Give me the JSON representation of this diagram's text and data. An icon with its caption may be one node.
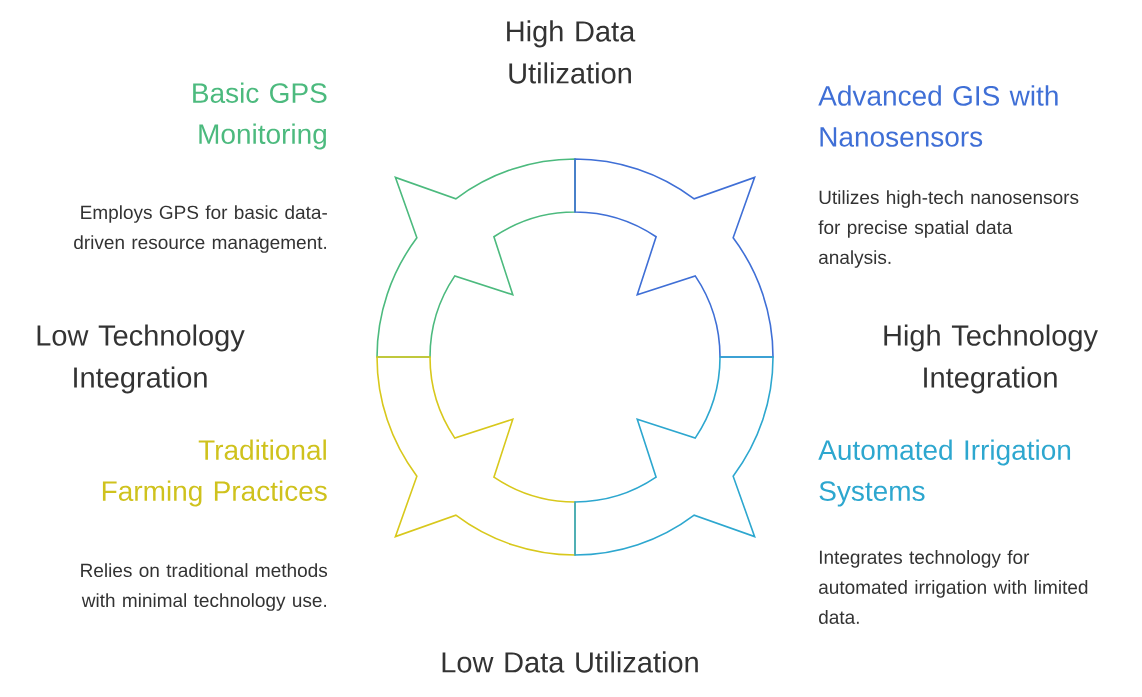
{
  "diagram": {
    "labels": [
      "High Data Utilization",
      "Basic GPS Monitoring",
      "Advanced GIS with Nanosensors",
      "Employs GPS for basic data-driven resource management.",
      "Utilizes high-tech nanosensors for precise spatial data analysis.",
      "Low Technology Integration",
      "High Technology Integration",
      "Traditional Farming Practices",
      "Automated Irrigation Systems",
      "Relies on traditional methods with minimal technology use.",
      "Integrates technology for automated irrigation with limited data.",
      "Low Data Utilization"
    ]
  }
}
